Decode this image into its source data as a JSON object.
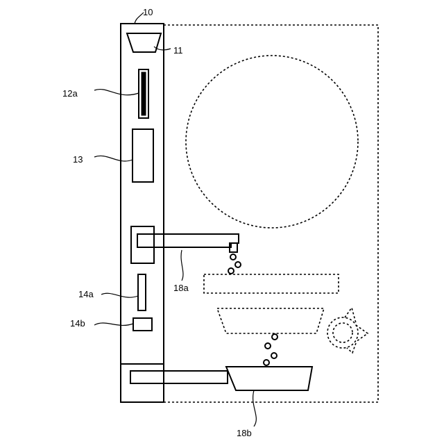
{
  "figure": {
    "labels": {
      "device": "10",
      "hopper": "11",
      "slot": "12a",
      "display": "13",
      "indicator": "14a",
      "button": "14b",
      "upper_nozzle": "18a",
      "lower_tray": "18b"
    }
  }
}
